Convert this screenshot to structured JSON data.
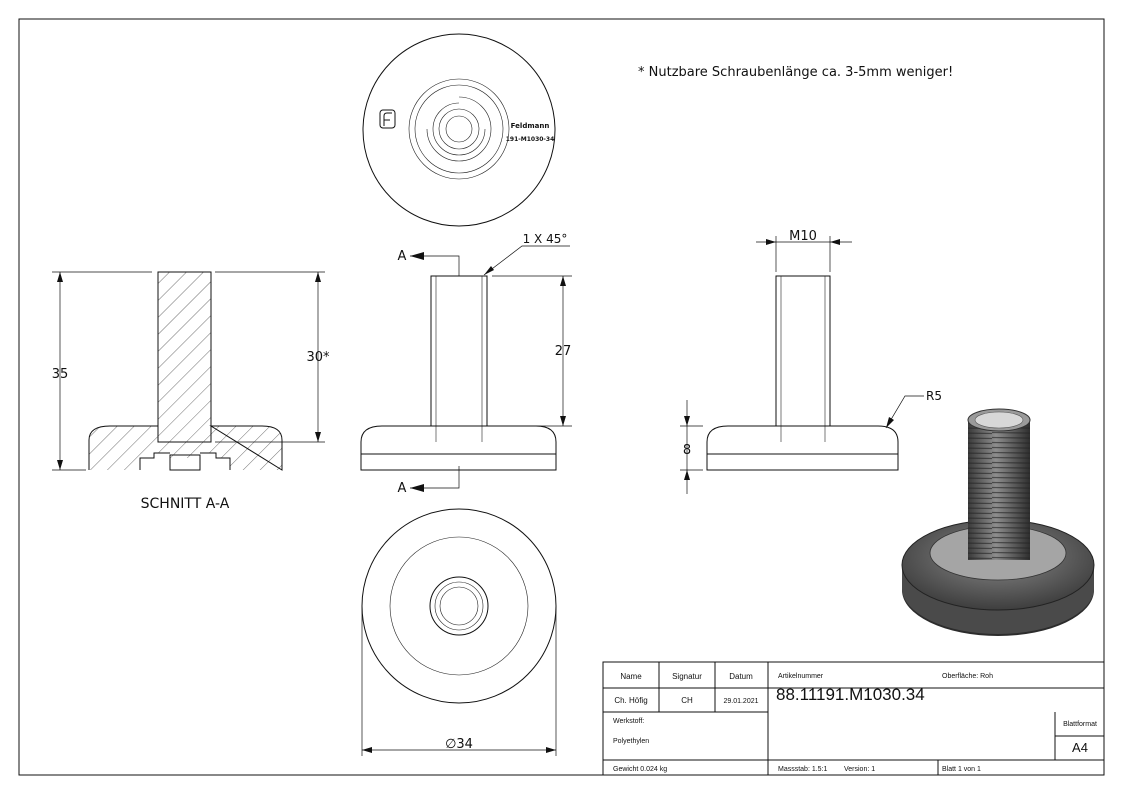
{
  "note": "* Nutzbare Schraubenlänge ca. 3-5mm weniger!",
  "section_label": "SCHNITT A-A",
  "section_marker": "A",
  "dimensions": {
    "total_height": "35",
    "usable_length": "30*",
    "thread_length": "27",
    "chamfer": "1 X 45°",
    "thread": "M10",
    "radius": "R5",
    "base_height": "8",
    "diameter": "34",
    "diameter_symbol": "∅"
  },
  "logo": {
    "brand": "Feldmann",
    "code": "191-M1030-34"
  },
  "title_block": {
    "name_header": "Name",
    "signatur_header": "Signatur",
    "datum_header": "Datum",
    "name": "Ch. Höfig",
    "signatur": "CH",
    "datum": "29.01.2021",
    "artikelnummer_label": "Artikelnummer",
    "artikelnummer": "88.11191.M1030.34",
    "oberflaeche": "Oberfläche:  Roh",
    "werkstoff_label": "Werkstoff:",
    "werkstoff": "Polyethylen",
    "blattformat_label": "Blattformat",
    "blattformat": "A4",
    "gewicht": "Gewicht 0.024 kg",
    "massstab": "Massstab: 1.5:1",
    "version": "Version: 1",
    "blatt": "Blatt 1 von 1"
  }
}
